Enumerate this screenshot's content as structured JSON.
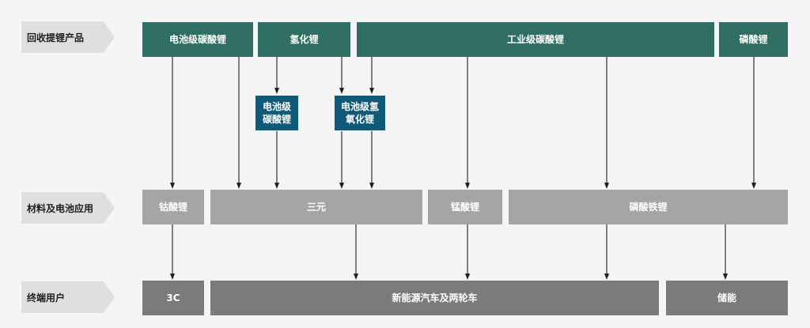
{
  "row_labels": {
    "recycled": "回收提锂产品",
    "materials": "材料及电池应用",
    "end_users": "终端用户"
  },
  "recycled_products": {
    "battery_li2co3": "电池级碳酸锂",
    "lioh": "氢化锂",
    "industrial_li2co3": "工业级碳酸锂",
    "li3po4": "磷酸锂"
  },
  "intermediates": {
    "battery_li2co3": "电池级碳酸锂",
    "battery_lioh": "电池级氢氧化锂"
  },
  "materials": {
    "lco": "钴酸锂",
    "ternary": "三元",
    "lmo": "锰酸锂",
    "lfp": "磷酸铁锂"
  },
  "end_users": {
    "c3": "3C",
    "nev": "新能源汽车及两轮车",
    "storage": "储能"
  },
  "colors": {
    "recycled": "#2f6e62",
    "intermediate": "#105a79",
    "materials": "#a5a5a5",
    "end_users": "#7b7b7b"
  }
}
